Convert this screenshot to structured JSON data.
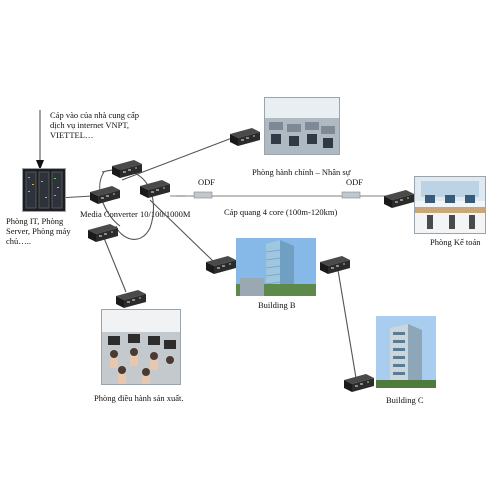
{
  "diagram": {
    "isp_note": "Cáp vào của nhà cung cấp dịch vụ internet VNPT, VIETTEL…",
    "server_room_label": "Phòng IT, Phòng Server, Phòng máy chủ…..",
    "media_converter_label": "Media Converter 10/100/1000M",
    "admin_hr_label": "Phòng hành chính – Nhân sự",
    "odf_left_label": "ODF",
    "odf_right_label": "ODF",
    "fiber_cable_label": "Cáp quang 4 core (100m-120km)",
    "accounting_label": "Phòng Kế toán",
    "building_b_label": "Building B",
    "building_c_label": "Building C",
    "production_label": "Phòng điều hành sản xuất."
  },
  "colors": {
    "device_body": "#2b2b2b",
    "device_face": "#1a1a1a",
    "cable": "#555555",
    "fiber_cable": "#9a9a9a",
    "sky": "#7fb4e6"
  }
}
